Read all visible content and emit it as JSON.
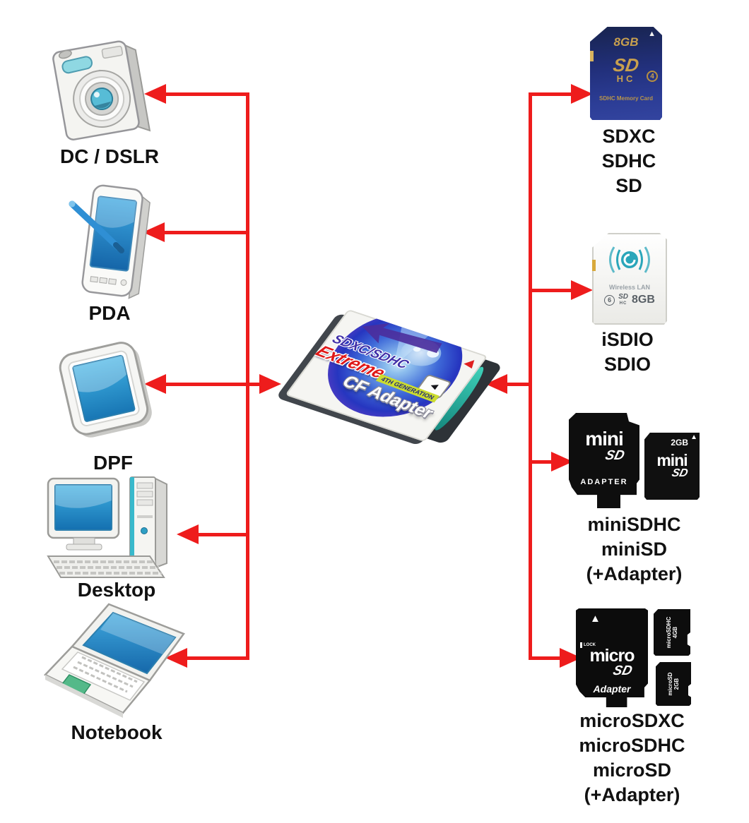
{
  "colors": {
    "arrow_red": "#ee1c1c",
    "label_black": "#111111"
  },
  "left_devices": [
    {
      "id": "dc-dslr",
      "label": "DC / DSLR"
    },
    {
      "id": "pda",
      "label": "PDA"
    },
    {
      "id": "dpf",
      "label": "DPF"
    },
    {
      "id": "desktop",
      "label": "Desktop"
    },
    {
      "id": "notebook",
      "label": "Notebook"
    }
  ],
  "center_adapter": {
    "product_text_line1": "SDXC/SDHC",
    "product_text_line2": "Extreme",
    "product_text_line3": "4TH GENERATION",
    "product_text_line4": "CF Adapter",
    "cf_logo_glyph": "◄"
  },
  "right_cards": {
    "sd": {
      "labels": [
        "SDXC",
        "SDHC",
        "SD"
      ],
      "capacity": "8GB",
      "logo_line1": "SD",
      "logo_line2": "HC",
      "speed_class": "4",
      "caption": "SDHC Memory Card",
      "corner_triangle": "▲"
    },
    "sdio": {
      "labels": [
        "iSDIO",
        "SDIO"
      ],
      "wireless_text": "Wireless LAN",
      "speed_class": "6",
      "logo_line1": "SD",
      "logo_line2": "HC",
      "capacity": "8GB"
    },
    "minisd": {
      "labels": [
        "miniSDHC",
        "miniSD",
        "(+Adapter)"
      ],
      "adapter_logo_line1": "mini",
      "adapter_logo_line2": "SD",
      "adapter_text": "ADAPTER",
      "card_capacity": "2GB",
      "card_logo_line1": "mini",
      "card_logo_line2": "SD",
      "corner_triangle": "▲"
    },
    "microsd": {
      "labels": [
        "microSDXC",
        "microSDHC",
        "microSD",
        "(+Adapter)"
      ],
      "lock_text": "LOCK",
      "adapter_logo_line1": "micro",
      "adapter_logo_line2": "SD",
      "adapter_text": "Adapter",
      "card1_logo": "microSDHC",
      "card1_capacity": "4GB",
      "card2_logo": "microSD",
      "card2_capacity": "2GB",
      "corner_triangle": "▲"
    }
  }
}
